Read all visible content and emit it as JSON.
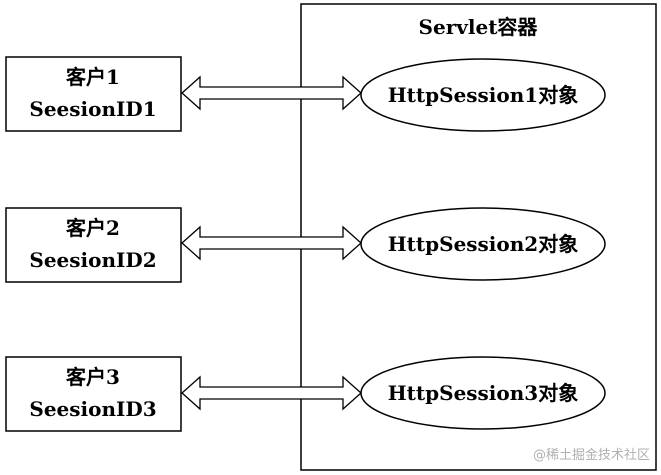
{
  "container": {
    "title": "Servlet容器"
  },
  "clients": [
    {
      "name": "客户1",
      "session_id": "SeesionID1"
    },
    {
      "name": "客户2",
      "session_id": "SeesionID2"
    },
    {
      "name": "客户3",
      "session_id": "SeesionID3"
    }
  ],
  "sessions": [
    {
      "label": "HttpSession1对象"
    },
    {
      "label": "HttpSession2对象"
    },
    {
      "label": "HttpSession3对象"
    }
  ],
  "watermark": "@稀土掘金技术社区",
  "colors": {
    "stroke": "#000000",
    "background": "#ffffff",
    "watermark": "#b0b0b0"
  }
}
